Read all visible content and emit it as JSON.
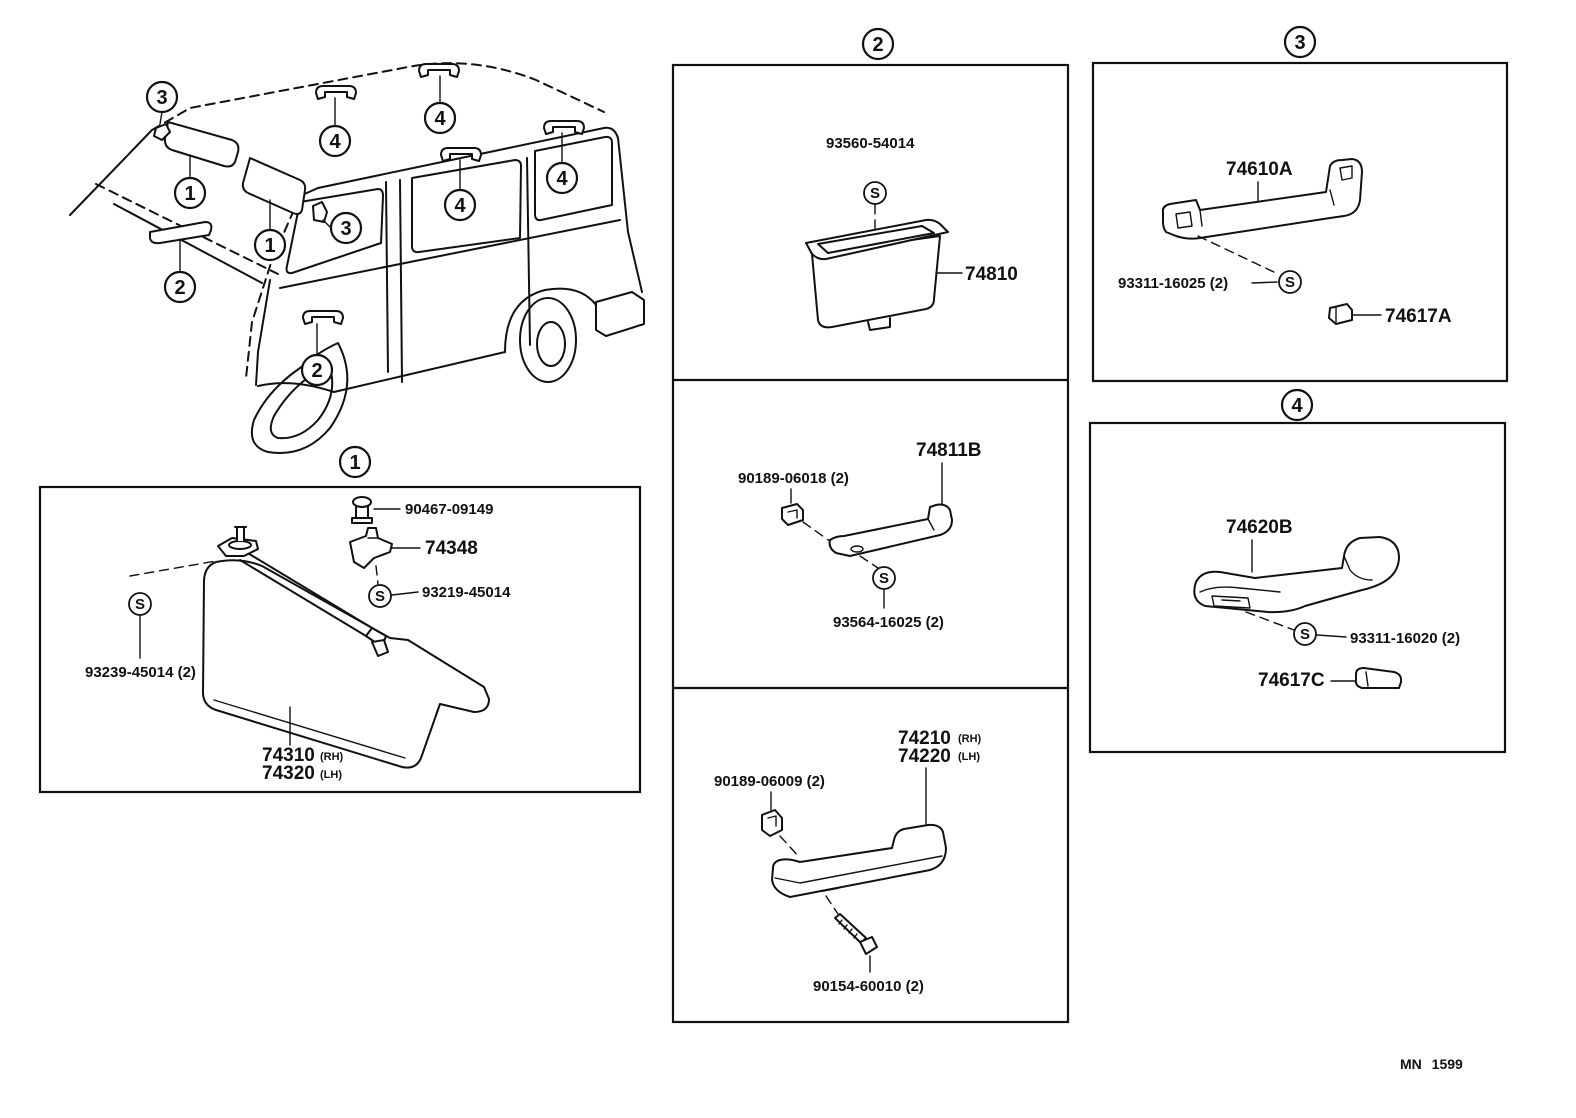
{
  "diagram_code": "MN 1599",
  "standard_part_symbol": "S",
  "overview": {
    "callouts": [
      "3",
      "1",
      "2",
      "1",
      "3",
      "4",
      "4",
      "4",
      "4",
      "2"
    ]
  },
  "sections": {
    "s1": {
      "number": "1",
      "top_clip": "90467-09149",
      "holder": "74348",
      "holder_screw": "93219-45014",
      "mount_screw": "93239-45014 (2)",
      "visor_rh": "74310",
      "rh_tag": "(RH)",
      "visor_lh": "74320",
      "lh_tag": "(LH)"
    },
    "s2": {
      "number": "2",
      "box_screw": "93560-54014",
      "box": "74810",
      "grip_upper": "74811B",
      "grip_upper_nut": "90189-06018 (2)",
      "grip_upper_screw": "93564-16025 (2)",
      "grip_rh": "74210",
      "rh_tag": "(RH)",
      "grip_lh": "74220",
      "lh_tag": "(LH)",
      "grip_nut": "90189-06009 (2)",
      "grip_bolt": "90154-60010 (2)"
    },
    "s3": {
      "number": "3",
      "grip": "74610A",
      "screw": "93311-16025 (2)",
      "cover": "74617A"
    },
    "s4": {
      "number": "4",
      "grip": "74620B",
      "screw": "93311-16020 (2)",
      "cover": "74617C"
    }
  }
}
